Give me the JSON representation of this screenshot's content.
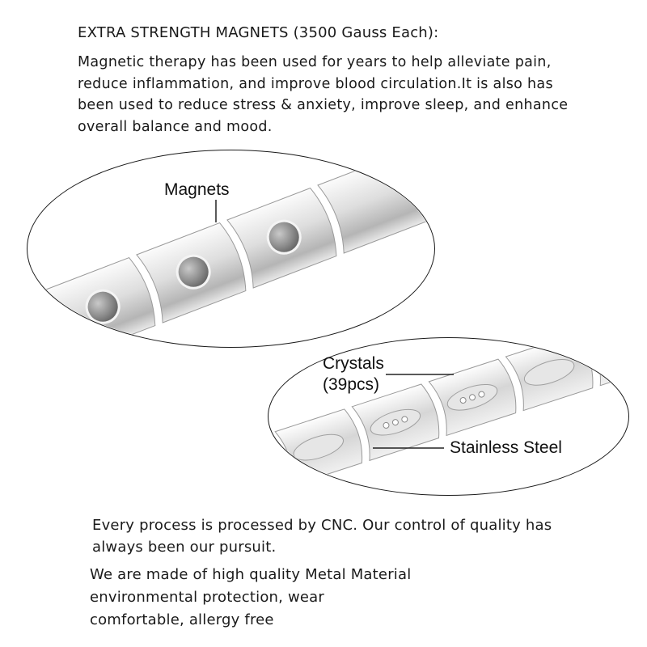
{
  "heading": "EXTRA STRENGTH MAGNETS (3500 Gauss Each):",
  "intro_lines": [
    "Magnetic therapy has been used for years to help alleviate pain,",
    "reduce inflammation, and improve blood circulation.It is also has",
    "been used to reduce stress & anxiety, improve sleep, and enhance",
    "overall balance and mood."
  ],
  "callouts": {
    "magnets": "Magnets",
    "crystals_line1": "Crystals",
    "crystals_line2": "(39pcs)",
    "stainless": "Stainless Steel"
  },
  "footer1_lines": [
    "Every process is processed by CNC. Our control of quality has",
    "always been our pursuit."
  ],
  "footer2_lines": [
    "We are made of high quality Metal Material",
    "environmental protection, wear",
    "comfortable, allergy free"
  ],
  "colors": {
    "steel_light": "#f2f2f2",
    "steel_mid": "#c9c9c9",
    "steel_dark": "#8e8e8e",
    "magnet": "#7a7a7a"
  }
}
